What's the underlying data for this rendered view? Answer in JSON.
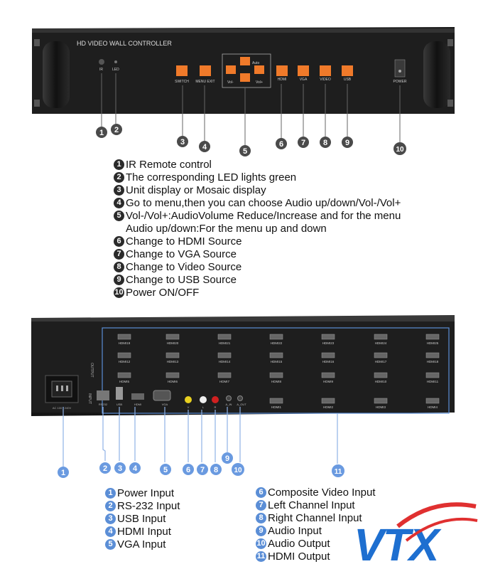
{
  "front_panel": {
    "title": "HD VIDEO WALL CONTROLLER",
    "small_labels": [
      "IR",
      "LED"
    ],
    "buttons": [
      "SWITCH",
      "MENU EXIT",
      "HDMI",
      "VGA",
      "VIDEO",
      "USB"
    ],
    "nav_labels": [
      "Auto",
      "Vol-",
      "Vol+"
    ],
    "power_label": "POWER",
    "callouts": [
      "1",
      "2",
      "3",
      "4",
      "5",
      "6",
      "7",
      "8",
      "9",
      "10"
    ]
  },
  "front_legend": [
    {
      "num": "1",
      "text": "IR Remote control"
    },
    {
      "num": "2",
      "text": "The corresponding LED lights green"
    },
    {
      "num": "3",
      "text": "Unit display or Mosaic display"
    },
    {
      "num": "4",
      "text": "Go to menu,then you can choose Audio up/down/Vol-/Vol+"
    },
    {
      "num": "5",
      "text": "Vol-/Vol+:AudioVolume Reduce/Increase and for the menu",
      "cont": "Audio up/down:For the menu up and down"
    },
    {
      "num": "6",
      "text": "Change to HDMI Source"
    },
    {
      "num": "7",
      "text": "Change to VGA Source"
    },
    {
      "num": "8",
      "text": "Change to Video Source"
    },
    {
      "num": "9",
      "text": "Change to USB Source"
    },
    {
      "num": "10",
      "text": "Power ON/OFF"
    }
  ],
  "rear_panel": {
    "output_label": "OUTPUT",
    "hdmi_rows": [
      [
        "HDMI19",
        "HDMI20",
        "HDMI21",
        "HDMI22",
        "HDMI23",
        "HDMI24",
        "HDMI25"
      ],
      [
        "HDMI12",
        "HDMI13",
        "HDMI14",
        "HDMI15",
        "HDMI16",
        "HDMI17",
        "HDMI18"
      ],
      [
        "HDMI5",
        "HDMI6",
        "HDMI7",
        "HDMI8",
        "HDMI9",
        "HDMI10",
        "HDMI11"
      ],
      [
        "HDMI1",
        "HDMI2",
        "HDMI3",
        "HDMI4"
      ]
    ],
    "input_labels": [
      "RS232",
      "USB",
      "HDMI",
      "VGA",
      "V",
      "L",
      "R",
      "A_IN",
      "A_OUT"
    ],
    "power_label": "AC 100 - 240V",
    "input_side_label": "INPUT",
    "callouts": [
      "1",
      "2",
      "3",
      "4",
      "5",
      "6",
      "7",
      "8",
      "9",
      "10",
      "11"
    ]
  },
  "rear_legend_left": [
    {
      "num": "1",
      "text": "Power Input"
    },
    {
      "num": "2",
      "text": "RS-232 Input"
    },
    {
      "num": "3",
      "text": "USB Input"
    },
    {
      "num": "4",
      "text": "HDMI Input"
    },
    {
      "num": "5",
      "text": "VGA Input"
    }
  ],
  "rear_legend_right": [
    {
      "num": "6",
      "text": "Composite Video Input"
    },
    {
      "num": "7",
      "text": "Left Channel Input"
    },
    {
      "num": "8",
      "text": "Right Channel Input"
    },
    {
      "num": "9",
      "text": "Audio Input"
    },
    {
      "num": "10",
      "text": "Audio Output"
    },
    {
      "num": "11",
      "text": "HDMI Output"
    }
  ],
  "logo_text": "VTX",
  "colors": {
    "button": "#f07a2a",
    "badge_front": "#2b2b2b",
    "badge_rear": "#5b8ed6",
    "logo_blue": "#1e6fd0",
    "logo_red": "#e03030"
  }
}
